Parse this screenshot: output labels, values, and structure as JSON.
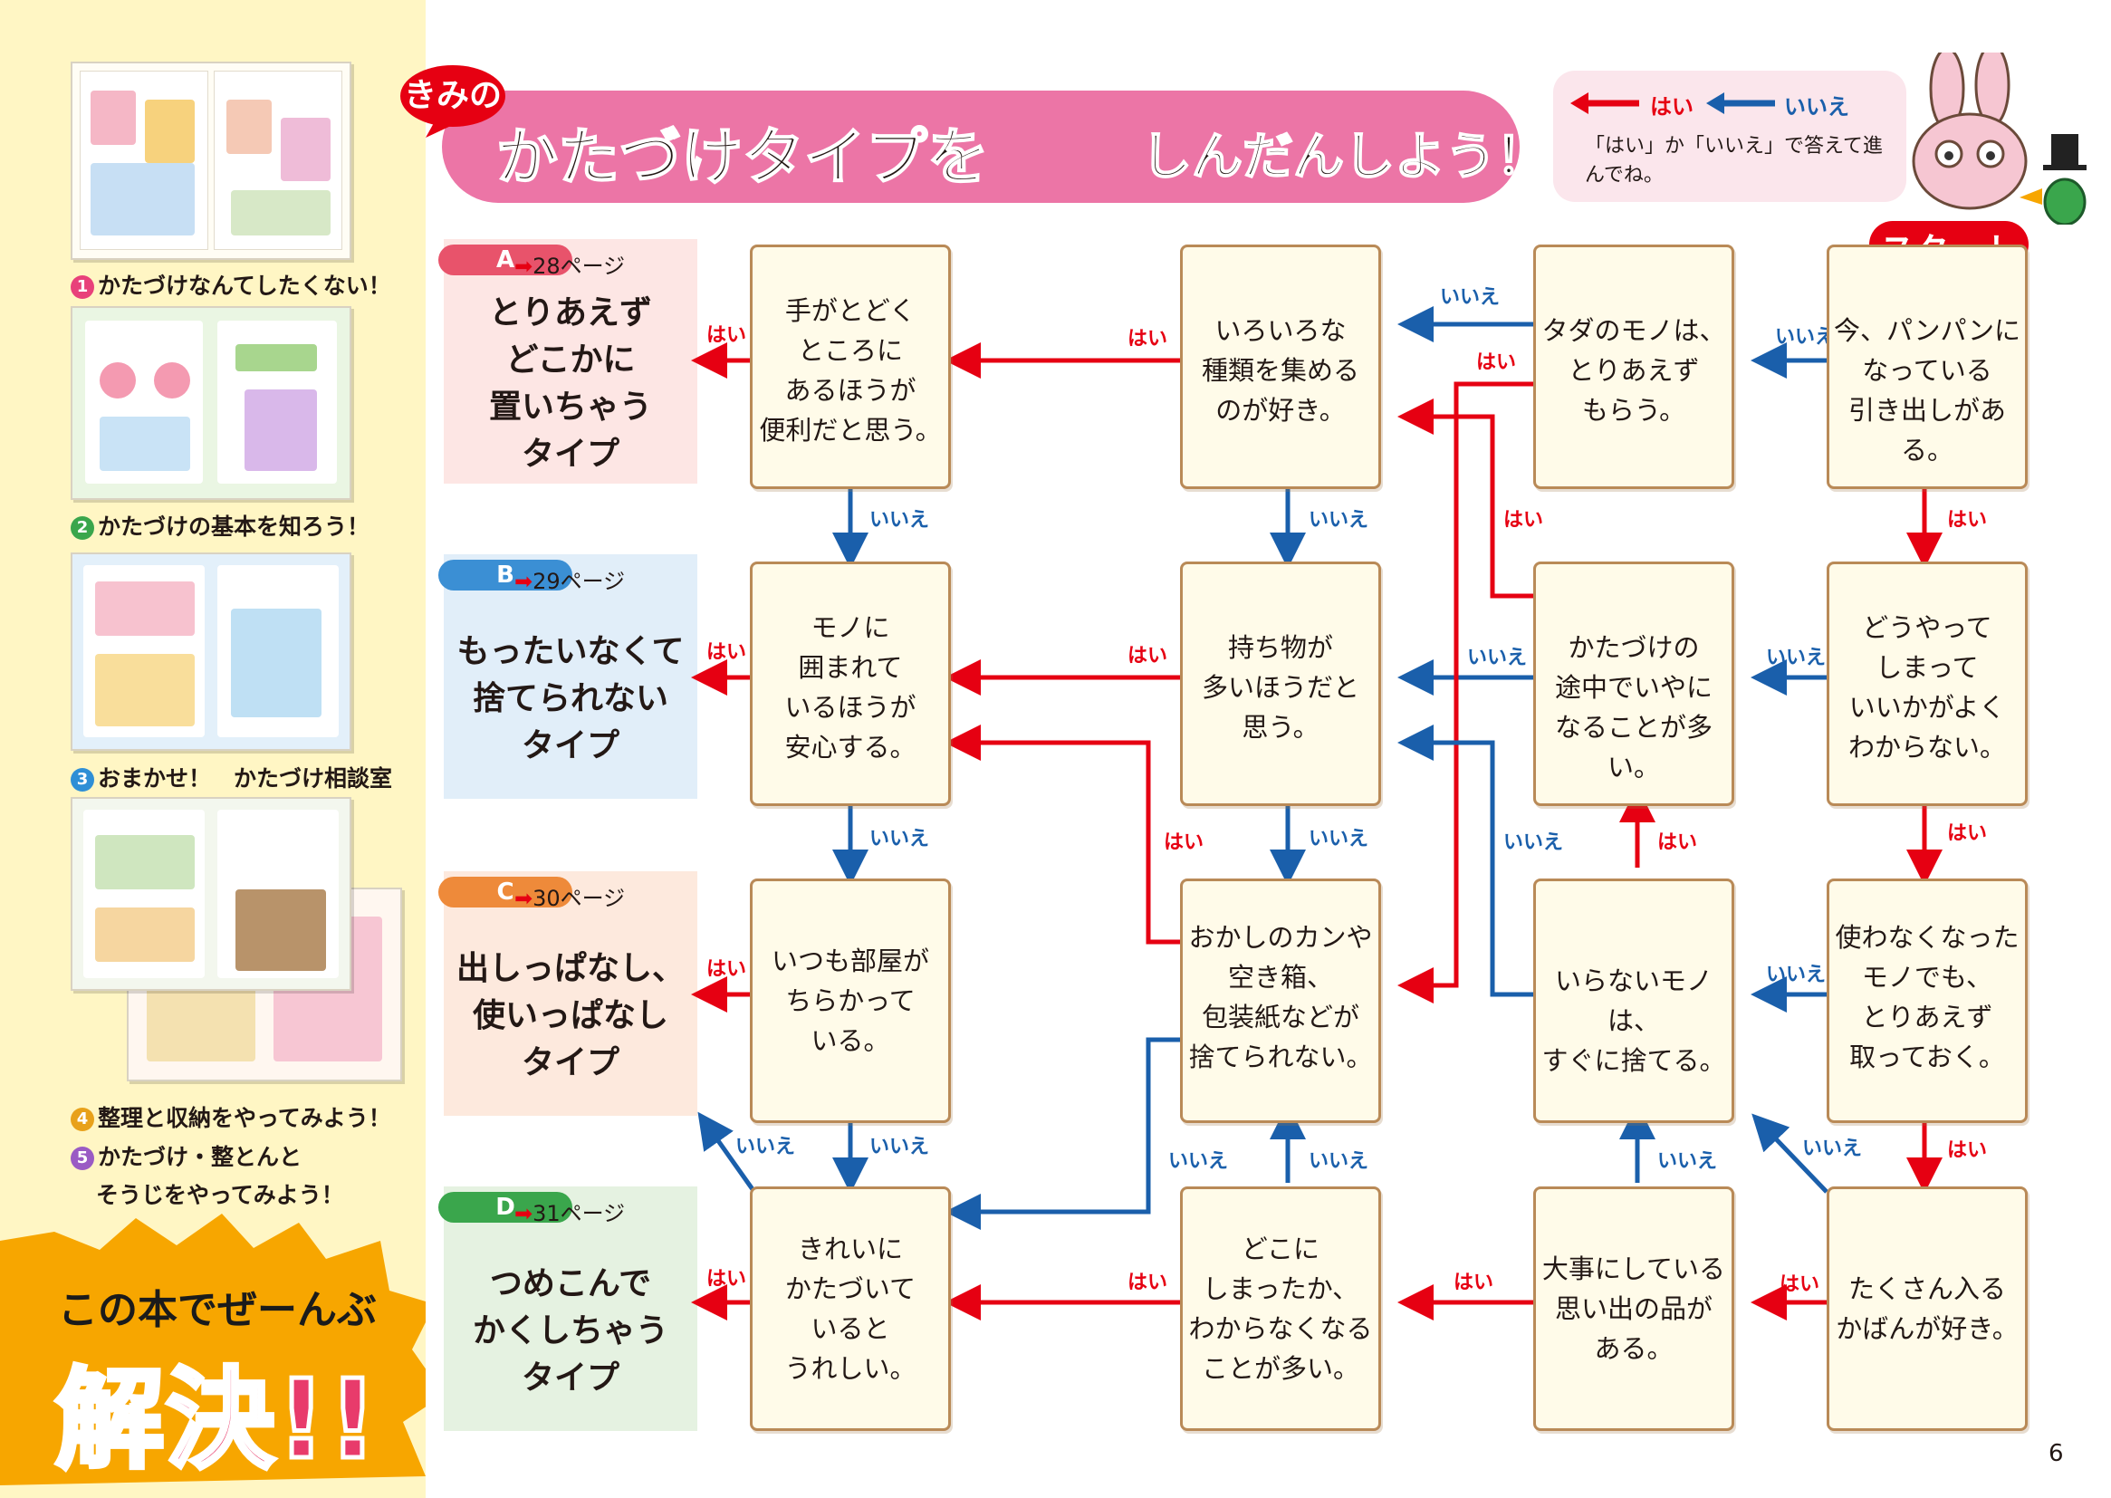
{
  "sidebar": {
    "chapters": [
      {
        "num": "1",
        "label": "かたづけなんてしたくない！",
        "color": "#e8417a"
      },
      {
        "num": "2",
        "label": "かたづけの基本を知ろう！",
        "color": "#3aa64c"
      },
      {
        "num": "3",
        "label": "おまかせ！　かたづけ相談室",
        "color": "#2f8fd6"
      },
      {
        "num": "4",
        "label": "整理と収納をやってみよう！",
        "color": "#e8a11a"
      },
      {
        "num": "5",
        "label": "かたづけ・整とんと",
        "label2": "そうじをやってみよう！",
        "color": "#9a5bc4"
      }
    ],
    "burst_line1": "この本でぜーんぶ",
    "burst_line2": "解決!!"
  },
  "header": {
    "badge": "きみの",
    "title_main": "かたづけタイプを",
    "title_sub": "しんだんしよう！"
  },
  "legend": {
    "yes": "はい",
    "no": "いいえ",
    "desc": "「はい」か「いいえ」で答えて進んでね。"
  },
  "start_label": "スタート",
  "results": [
    {
      "letter": "A",
      "page": "28ページ",
      "lines": [
        "とりあえず",
        "どこかに",
        "置いちゃう",
        "タイプ"
      ],
      "tag_color": "#e8536b",
      "bg": "#fde6e4"
    },
    {
      "letter": "B",
      "page": "29ページ",
      "lines": [
        "もったいなくて",
        "捨てられない",
        "タイプ"
      ],
      "tag_color": "#3b8fd4",
      "bg": "#e1eef9"
    },
    {
      "letter": "C",
      "page": "30ページ",
      "lines": [
        "出しっぱなし、",
        "使いっぱなし",
        "タイプ"
      ],
      "tag_color": "#ee8a3a",
      "bg": "#fde9dd"
    },
    {
      "letter": "D",
      "page": "31ページ",
      "lines": [
        "つめこんで",
        "かくしちゃう",
        "タイプ"
      ],
      "tag_color": "#3aa64c",
      "bg": "#e5f2e1"
    }
  ],
  "questions": {
    "q1": [
      "今、パンパンに",
      "なっている",
      "引き出しがある。"
    ],
    "q2": [
      "タダのモノは、",
      "とりあえず",
      "もらう。"
    ],
    "q3": [
      "いろいろな",
      "種類を集める",
      "のが好き。"
    ],
    "q4": [
      "手がとどく",
      "ところに",
      "あるほうが",
      "便利だと思う。"
    ],
    "q5": [
      "どうやって",
      "しまって",
      "いいかがよく",
      "わからない。"
    ],
    "q6": [
      "かたづけの",
      "途中でいやに",
      "なることが多い。"
    ],
    "q7": [
      "持ち物が",
      "多いほうだと",
      "思う。"
    ],
    "q8": [
      "モノに",
      "囲まれて",
      "いるほうが",
      "安心する。"
    ],
    "q9": [
      "使わなくなった",
      "モノでも、",
      "とりあえず",
      "取っておく。"
    ],
    "q10": [
      "いらないモノは、",
      "すぐに捨てる。"
    ],
    "q11": [
      "おかしのカンや",
      "空き箱、",
      "包装紙などが",
      "捨てられない。"
    ],
    "q12": [
      "いつも部屋が",
      "ちらかって",
      "いる。"
    ],
    "q13": [
      "たくさん入る",
      "かばんが好き。"
    ],
    "q14": [
      "大事にしている",
      "思い出の品が",
      "ある。"
    ],
    "q15": [
      "どこに",
      "しまったか、",
      "わからなくなる",
      "ことが多い。"
    ],
    "q16": [
      "きれいに",
      "かたづいて",
      "いると",
      "うれしい。"
    ]
  },
  "page_number": "6",
  "colors": {
    "yes": "#e60012",
    "no": "#1a5fab",
    "banner": "#ec75a6",
    "box_border": "#b98a57"
  }
}
